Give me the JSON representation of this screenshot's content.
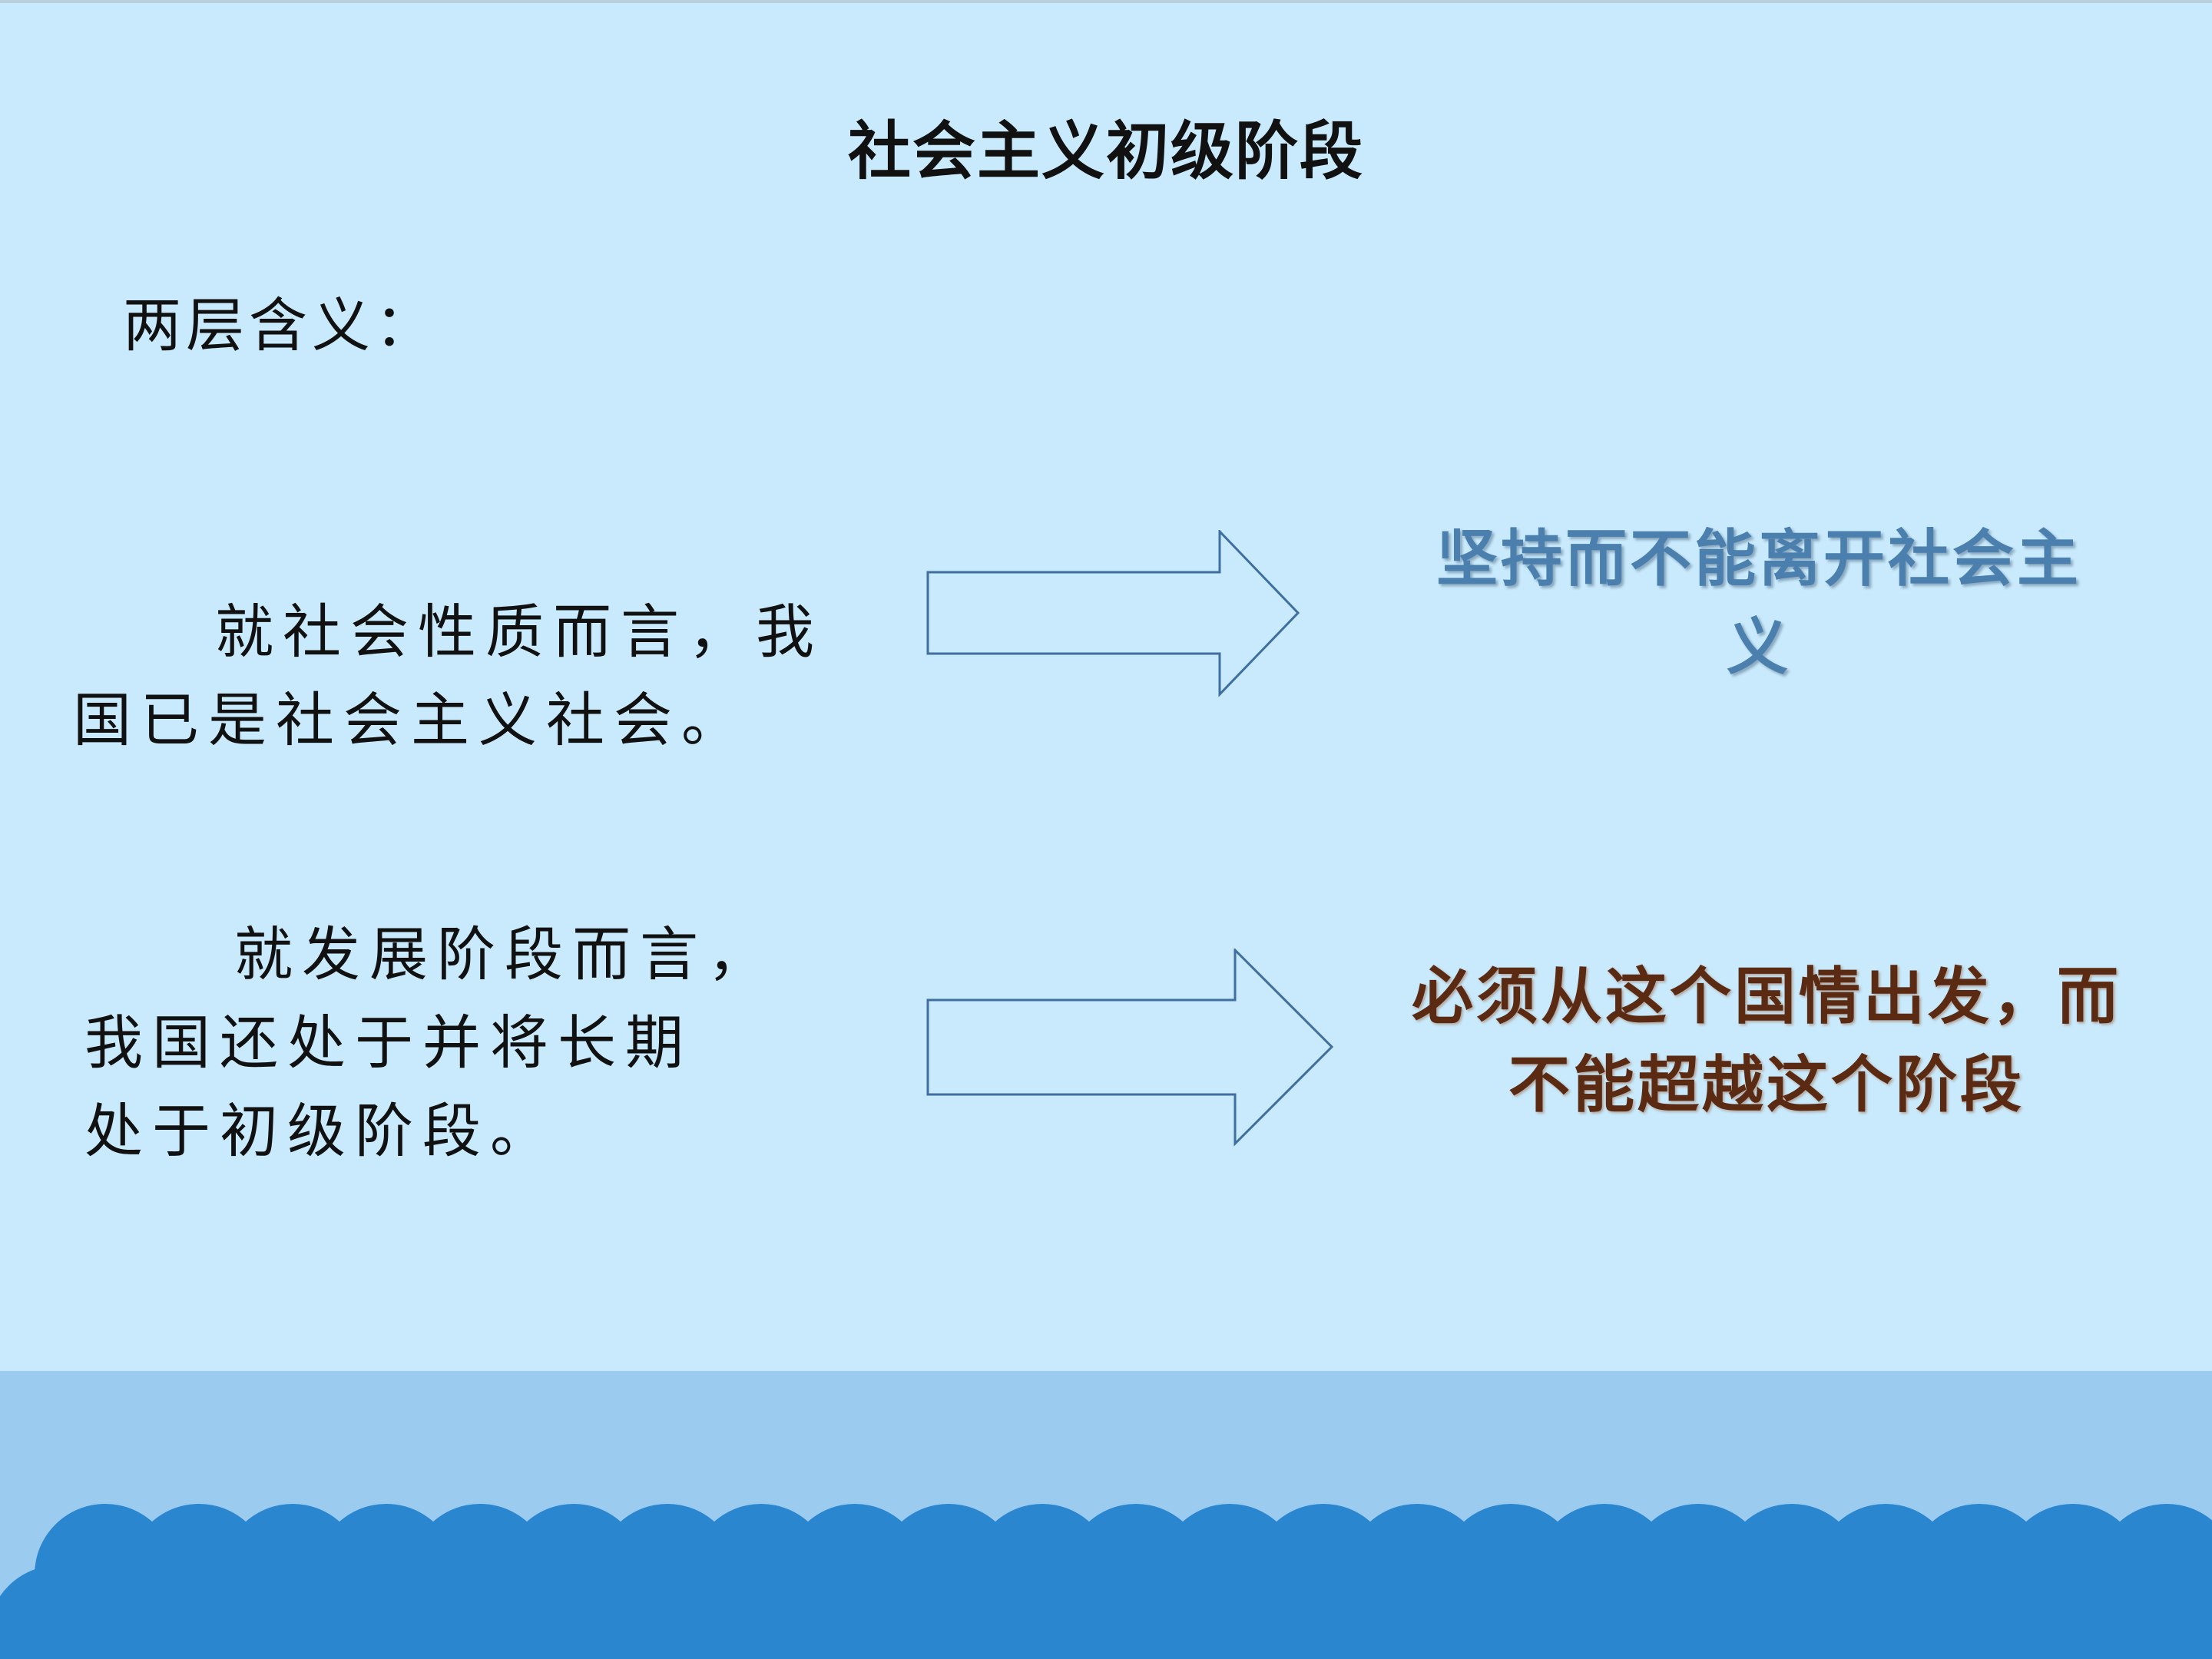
{
  "slide": {
    "title": "社会主义初级阶段",
    "subtitle": "两层含义：",
    "left_block_1": {
      "line1": "就社会性质而言，我",
      "line2": "国已是社会主义社会。"
    },
    "right_block_1": {
      "line1": "坚持而不能离开社会主",
      "line2": "义"
    },
    "left_block_2": {
      "line1": "就发展阶段而言，",
      "line2": "我国还处于并将长期",
      "line3": "处于初级阶段。"
    },
    "right_block_2": {
      "line1": "必须从这个国情出发，而",
      "line2": "不能超越这个阶段"
    }
  },
  "colors": {
    "background": "#c8eafc",
    "band": "#9ccbf0",
    "scallop": "#2a86cf",
    "arrow_stroke": "#3e6fa0",
    "blue_text": "#4a7fae",
    "brown_text": "#5a2a12"
  },
  "icons": {
    "arrow_1": "right-arrow-outline-icon",
    "arrow_2": "right-arrow-outline-icon"
  }
}
